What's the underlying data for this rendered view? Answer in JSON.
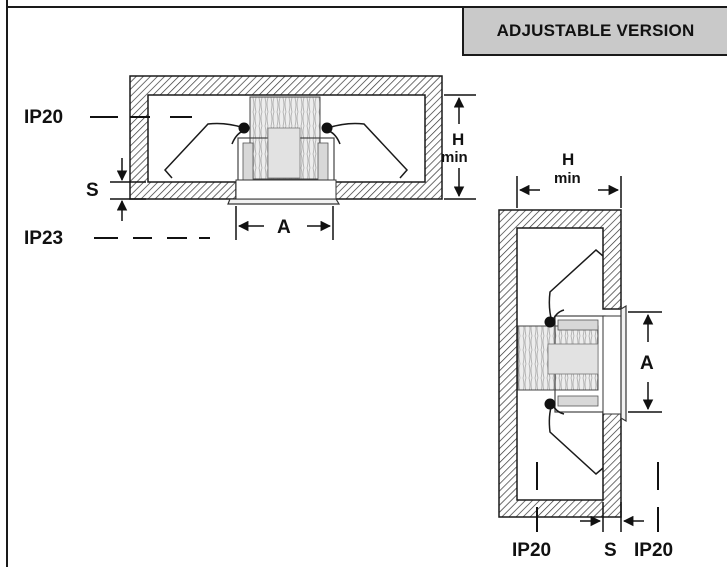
{
  "header": {
    "version_label": "ADJUSTABLE VERSION"
  },
  "ceiling_view": {
    "labels": {
      "ip_top": "IP20",
      "ip_bottom": "IP23",
      "s": "S",
      "a": "A",
      "h": "H",
      "h_min": "min"
    }
  },
  "wall_view": {
    "labels": {
      "h": "H",
      "h_min": "min",
      "a": "A",
      "ip_left": "IP20",
      "s": "S",
      "ip_right": "IP20"
    }
  },
  "colors": {
    "line": "#1a1a1a",
    "badge_fill": "#c9c9c9",
    "background": "#ffffff"
  }
}
